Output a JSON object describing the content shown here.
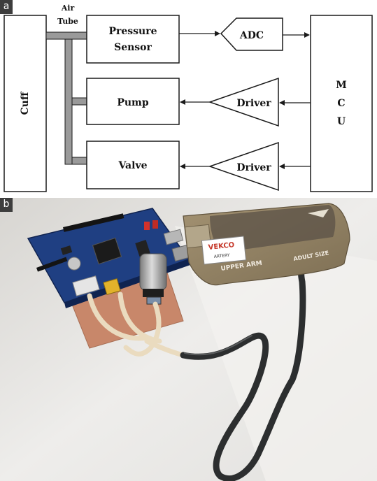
{
  "panels": {
    "a": {
      "label": "a"
    },
    "b": {
      "label": "b"
    }
  },
  "diagram": {
    "blocks": {
      "cuff": "Cuff",
      "pressure_sensor": [
        "Pressure",
        "Sensor"
      ],
      "pump": "Pump",
      "valve": "Valve",
      "mcu": [
        "M",
        "C",
        "U"
      ]
    },
    "amplifiers": {
      "adc": "ADC",
      "driver_pump": "Driver",
      "driver_valve": "Driver"
    },
    "tube_label": [
      "Air",
      "Tube"
    ]
  },
  "photo": {
    "cuff_brand": "VEKCO",
    "cuff_tag": "ARTERY",
    "cuff_print_1": "UPPER ARM",
    "cuff_print_2": "ADULT SIZE"
  },
  "colors": {
    "line": "#1a1a1a",
    "tube": "#9a9a9a",
    "pcb": "#1f3f82",
    "cuff_fabric": "#8f7f61",
    "hose": "#2c2e2f",
    "background_photo": "#ececea"
  }
}
